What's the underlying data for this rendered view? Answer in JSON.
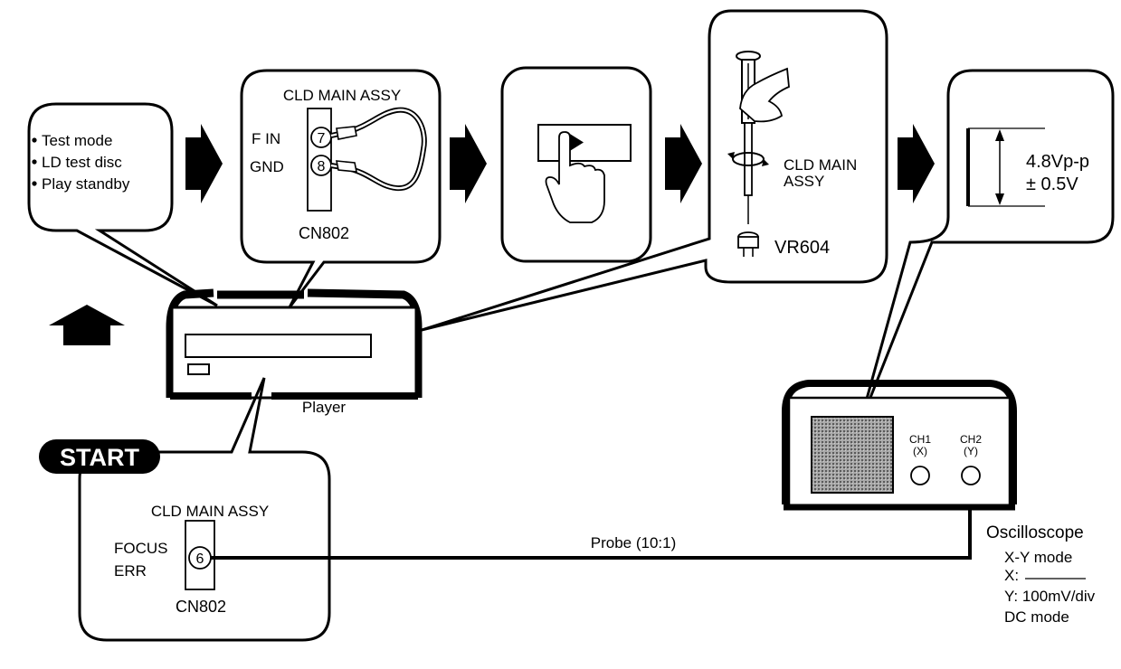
{
  "step1": {
    "bullets": [
      "Test mode",
      "LD test disc",
      "Play standby"
    ]
  },
  "step2": {
    "assy_title": "CLD MAIN ASSY",
    "pin7_label": "F IN",
    "pin7_num": "7",
    "pin8_label": "GND",
    "pin8_num": "8",
    "connector": "CN802"
  },
  "step4": {
    "assy_label_line1": "CLD MAIN",
    "assy_label_line2": "ASSY",
    "vr_label": "VR604"
  },
  "step5": {
    "amplitude_line1": "4.8Vp-p",
    "amplitude_line2": "± 0.5V"
  },
  "player": {
    "label": "Player"
  },
  "start": {
    "badge": "START",
    "assy_title": "CLD MAIN ASSY",
    "signal_line1": "FOCUS",
    "signal_line2": "ERR",
    "pin_num": "6",
    "connector": "CN802"
  },
  "probe": {
    "label": "Probe (10:1)"
  },
  "oscilloscope": {
    "ch1_line1": "CH1",
    "ch1_line2": "(X)",
    "ch2_line1": "CH2",
    "ch2_line2": "(Y)",
    "title": "Oscilloscope",
    "settings": [
      "X-Y mode",
      "X:",
      "Y: 100mV/div",
      "DC mode"
    ]
  },
  "colors": {
    "ink": "#000000",
    "paper": "#ffffff",
    "screen": "#8a8a8a"
  }
}
